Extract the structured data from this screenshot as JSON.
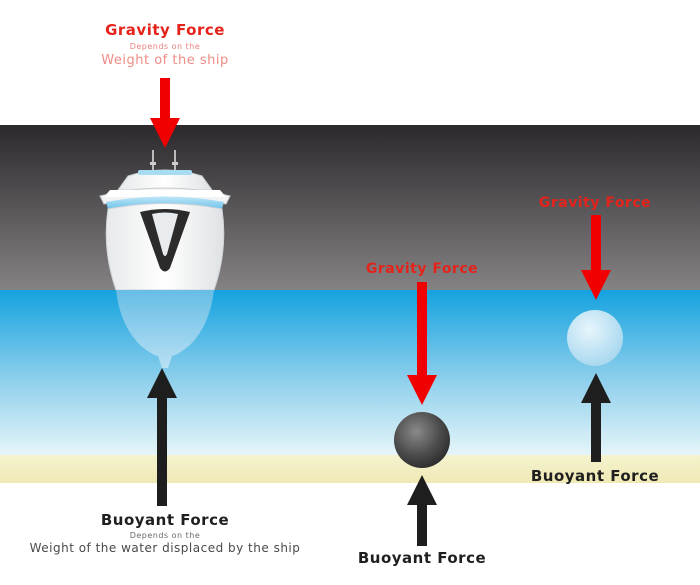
{
  "ship": {
    "gravity": {
      "title": "Gravity Force",
      "depends": "Depends on the",
      "detail": "Weight of the ship"
    },
    "buoyant": {
      "title": "Buoyant Force",
      "depends": "Depends on the",
      "detail": "Weight of the water displaced by the ship"
    }
  },
  "dark_ball": {
    "gravity_label": "Gravity Force",
    "buoyant_label": "Buoyant Force"
  },
  "light_ball": {
    "gravity_label": "Gravity Force",
    "buoyant_label": "Buoyant Force"
  },
  "colors": {
    "gravity_arrow": "#f00000",
    "buoyant_arrow": "#1e1e1e",
    "water_surface": "#15a3df",
    "sky_top": "#2c292c",
    "sand": "#f3efbc"
  }
}
